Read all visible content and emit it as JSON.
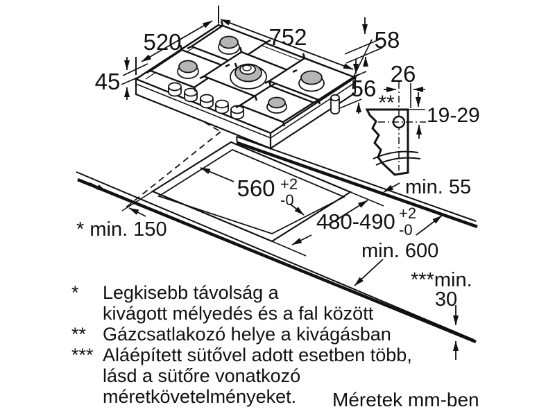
{
  "diagram_title": "gas-hob-installation-dimensions",
  "dims": {
    "top_width": "752",
    "top_depth": "520",
    "height_45": "45",
    "height_58": "58",
    "height_56": "56",
    "gas_offset_26": "26",
    "gas_range": "19-29",
    "gas_mark": "**",
    "cutout_width": "560",
    "cutout_width_plus": "+2",
    "cutout_width_minus": "-0",
    "cutout_depth": "480-490",
    "cutout_depth_plus": "+2",
    "cutout_depth_minus": "-0",
    "min_wall": "* min. 150",
    "min_back": "min. 55",
    "min_counter_depth": "min. 600",
    "min_bottom_label": "***min.",
    "min_bottom_value": "30"
  },
  "footnotes": [
    {
      "marker": "*",
      "line1": "Legkisebb távolság a",
      "line2": "kivágott mélyedés és a fal között"
    },
    {
      "marker": "**",
      "line1": "Gázcsatlakozó helye a kivágásban"
    },
    {
      "marker": "***",
      "line1": "Aláépített sütővel adott esetben több,",
      "line2": "lásd a sütőre vonatkozó",
      "line3": "méretkövetelményeket."
    }
  ],
  "units_note": "Méretek mm-ben",
  "colors": {
    "line": "#111111",
    "burner_cap": "#b5b5b5",
    "background": "#ffffff"
  }
}
